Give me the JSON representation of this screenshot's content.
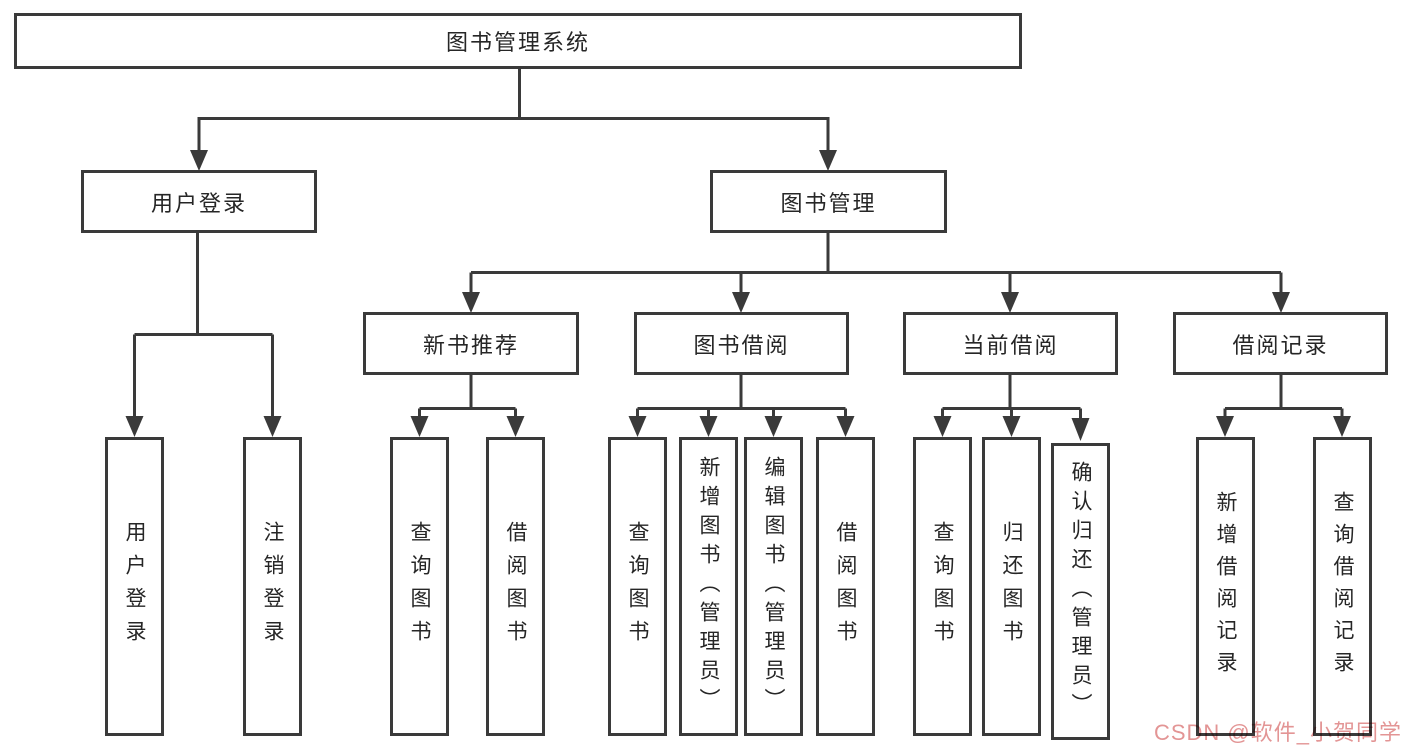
{
  "diagram": {
    "title": "图书管理系统",
    "tree": {
      "root": {
        "label": "图书管理系统"
      },
      "children": [
        {
          "label": "用户登录",
          "children": [
            {
              "label": "用户登录"
            },
            {
              "label": "注销登录"
            }
          ]
        },
        {
          "label": "图书管理",
          "children": [
            {
              "label": "新书推荐",
              "children": [
                {
                  "label": "查询图书"
                },
                {
                  "label": "借阅图书"
                }
              ]
            },
            {
              "label": "图书借阅",
              "children": [
                {
                  "label": "查询图书"
                },
                {
                  "label": "新增图书（管理员）"
                },
                {
                  "label": "编辑图书（管理员）"
                },
                {
                  "label": "借阅图书"
                }
              ]
            },
            {
              "label": "当前借阅",
              "children": [
                {
                  "label": "查询图书"
                },
                {
                  "label": "归还图书"
                },
                {
                  "label": "确认归还（管理员）"
                }
              ]
            },
            {
              "label": "借阅记录",
              "children": [
                {
                  "label": "新增借阅记录"
                },
                {
                  "label": "查询借阅记录"
                }
              ]
            }
          ]
        }
      ]
    },
    "watermark": "CSDN @软件_小贺同学",
    "colors": {
      "line": "#3a3a3a",
      "box_border": "#3a3a3a",
      "text": "#262626",
      "watermark": "#e39595",
      "background": "#ffffff"
    }
  }
}
